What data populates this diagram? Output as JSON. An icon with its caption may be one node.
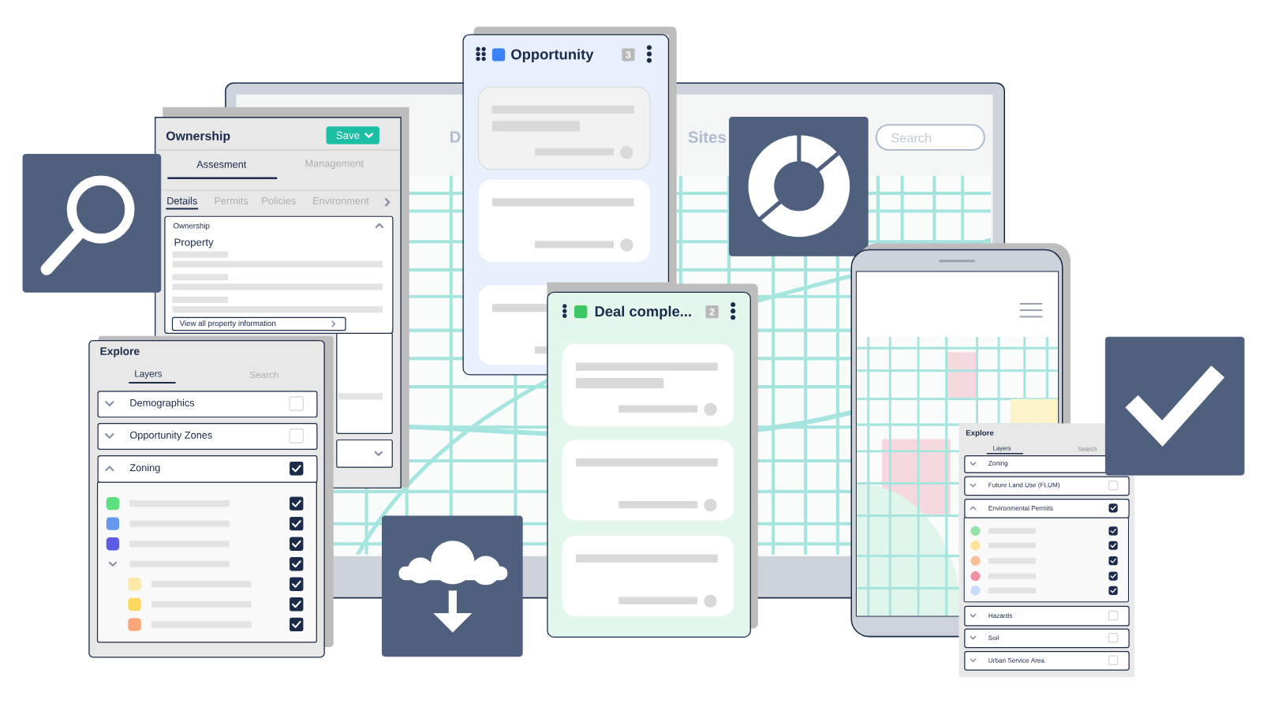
{
  "diagram": {
    "nodes": [
      {
        "text": [
          "D",
          "Sites",
          "Search"
        ]
      },
      {
        "text": [
          "Ownership",
          "Save",
          "Assesment",
          "Management",
          "Details",
          "Permits",
          "Policies",
          "Environment"
        ]
      },
      {
        "text": [
          "Ownership",
          "Property",
          "View all property information"
        ],
        "in": 1
      },
      {
        "text": [
          "Explore",
          "Layers",
          "Search"
        ]
      },
      {
        "text": [
          "Demographics"
        ],
        "in": 3
      },
      {
        "text": [
          "Opportunity Zones"
        ],
        "in": 3
      },
      {
        "text": [
          "Zoning"
        ],
        "in": 3
      },
      {
        "text": [
          "Opportunity",
          "3"
        ]
      },
      {
        "text": [
          "Deal comple...",
          "2"
        ]
      },
      {
        "text": [
          "Explore",
          "Layers",
          "Search"
        ]
      },
      {
        "text": [
          "Zoning"
        ],
        "in": 9
      },
      {
        "text": [
          "Future Land Use (FLUM)"
        ],
        "in": 9
      },
      {
        "text": [
          "Environmental Permits"
        ],
        "in": 9
      },
      {
        "text": [
          "Hazards"
        ],
        "in": 9
      },
      {
        "text": [
          "Soil"
        ],
        "in": 9
      },
      {
        "text": [
          "Urban Service Area"
        ],
        "in": 9
      }
    ]
  }
}
